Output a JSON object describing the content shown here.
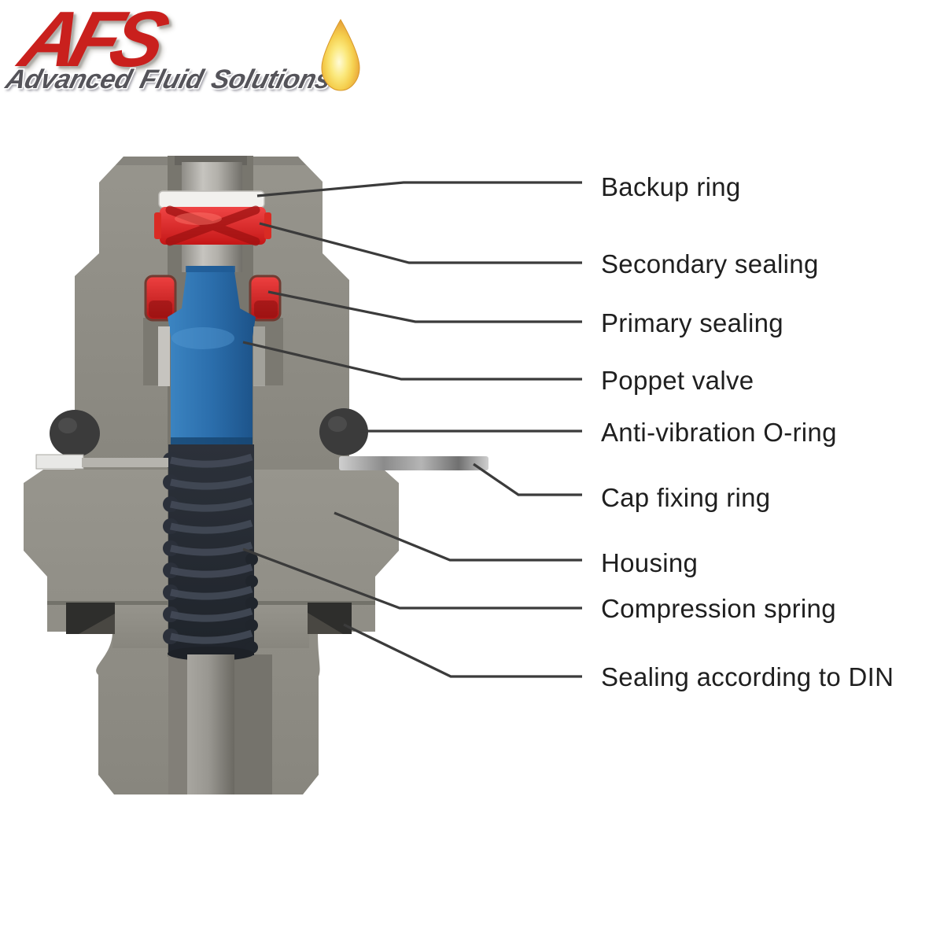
{
  "logo": {
    "acronym": "AFS",
    "tagline": "Advanced Fluid Solutions",
    "acronym_color": "#c9201d",
    "tagline_color": "#55545a",
    "drop_icon": "oil-drop-icon",
    "drop_colors": {
      "core": "#fffbd8",
      "mid": "#f9dc5c",
      "edge": "#eaa93c",
      "outline": "#d8992c"
    }
  },
  "diagram": {
    "type": "valve-cross-section",
    "labels": [
      {
        "id": "backup-ring",
        "text": "Backup ring"
      },
      {
        "id": "secondary-sealing",
        "text": "Secondary sealing"
      },
      {
        "id": "primary-sealing",
        "text": "Primary sealing"
      },
      {
        "id": "poppet-valve",
        "text": "Poppet valve"
      },
      {
        "id": "anti-vibration-o-ring",
        "text": "Anti-vibration O-ring"
      },
      {
        "id": "cap-fixing-ring",
        "text": "Cap fixing ring"
      },
      {
        "id": "housing",
        "text": "Housing"
      },
      {
        "id": "compression-spring",
        "text": "Compression spring"
      },
      {
        "id": "sealing-din",
        "text": "Sealing according to DIN"
      }
    ],
    "colors": {
      "housing_gray": "#908e86",
      "bore_gray": "#78766e",
      "stem_gray": "#b3b1ab",
      "poppet_blue": "#2a6fae",
      "seal_red": "#e82e2e",
      "backup_ring_white": "#f2f1ee",
      "o_ring_dark": "#3b3b3b",
      "spring_dark": "#262a31",
      "cap_ring_gray": "#c9c9c9",
      "leader_line": "#3b3b3b",
      "label_text": "#1f1f1f"
    }
  }
}
